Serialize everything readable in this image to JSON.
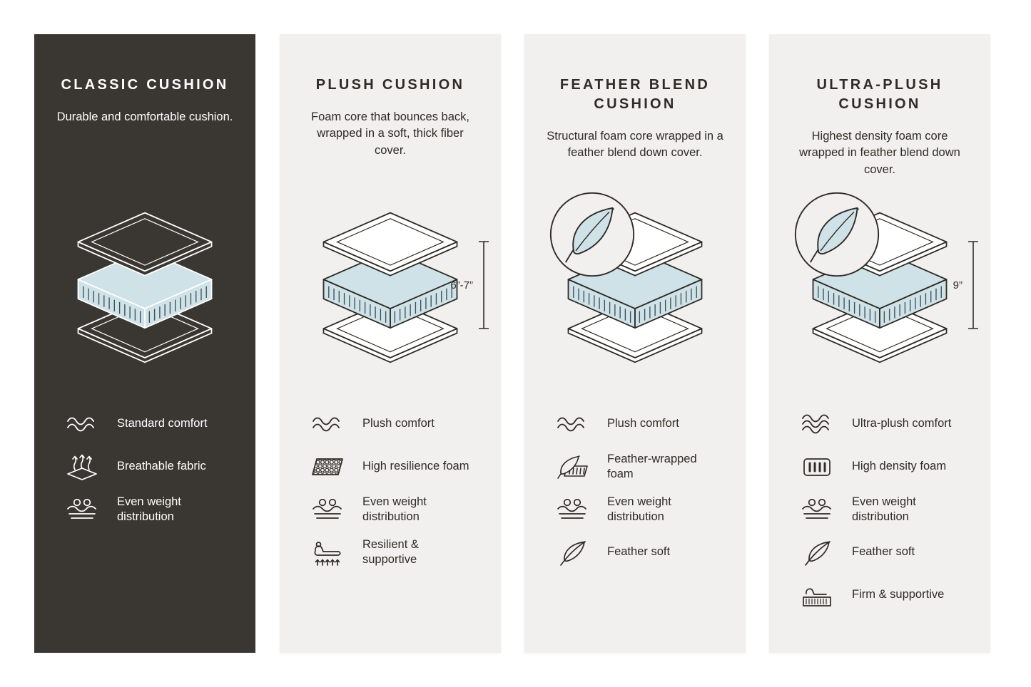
{
  "colors": {
    "dark_panel": "#3a3632",
    "light_panel": "#f1f0ee",
    "foam_blue": "#cfe2e8",
    "ink": "#2f2b26",
    "white": "#ffffff"
  },
  "panels": [
    {
      "id": "classic",
      "theme": "dark",
      "title": "CLASSIC CUSHION",
      "description": "Durable and comfortable cushion.",
      "diagram": {
        "layers": "top cover, foam core, bottom cover",
        "feather_badge": false,
        "measurement": null
      },
      "features": [
        {
          "icon": "waves",
          "label": "Standard comfort"
        },
        {
          "icon": "breathable",
          "label": "Breathable fabric"
        },
        {
          "icon": "weight",
          "label": "Even weight distribution"
        }
      ]
    },
    {
      "id": "plush",
      "theme": "light",
      "title": "PLUSH CUSHION",
      "description": "Foam core that bounces back, wrapped in a soft, thick fiber cover.",
      "diagram": {
        "layers": "top cover, foam core, bottom cover",
        "feather_badge": false,
        "measurement": "6”-7”"
      },
      "features": [
        {
          "icon": "waves",
          "label": "Plush comfort"
        },
        {
          "icon": "honeycomb",
          "label": "High resilience foam"
        },
        {
          "icon": "weight",
          "label": "Even weight distribution"
        },
        {
          "icon": "lounge",
          "label": "Resilient & supportive"
        }
      ]
    },
    {
      "id": "feather-blend",
      "theme": "light",
      "title": "FEATHER BLEND CUSHION",
      "description": "Structural foam core wrapped in a feather blend down cover.",
      "diagram": {
        "layers": "top cover, foam core, bottom cover",
        "feather_badge": true,
        "measurement": null
      },
      "features": [
        {
          "icon": "waves",
          "label": "Plush comfort"
        },
        {
          "icon": "feather-foam",
          "label": "Feather-wrapped foam"
        },
        {
          "icon": "weight",
          "label": "Even weight distribution"
        },
        {
          "icon": "feather",
          "label": "Feather soft"
        }
      ]
    },
    {
      "id": "ultra-plush",
      "theme": "light",
      "title": "ULTRA-PLUSH CUSHION",
      "description": "Highest density foam core wrapped in feather blend down cover.",
      "diagram": {
        "layers": "top cover, foam core, bottom cover",
        "feather_badge": true,
        "measurement": "9”"
      },
      "features": [
        {
          "icon": "waves3",
          "label": "Ultra-plush comfort"
        },
        {
          "icon": "density",
          "label": "High density foam"
        },
        {
          "icon": "weight",
          "label": "Even weight distribution"
        },
        {
          "icon": "feather",
          "label": "Feather soft"
        },
        {
          "icon": "firm",
          "label": "Firm & supportive"
        }
      ]
    }
  ]
}
